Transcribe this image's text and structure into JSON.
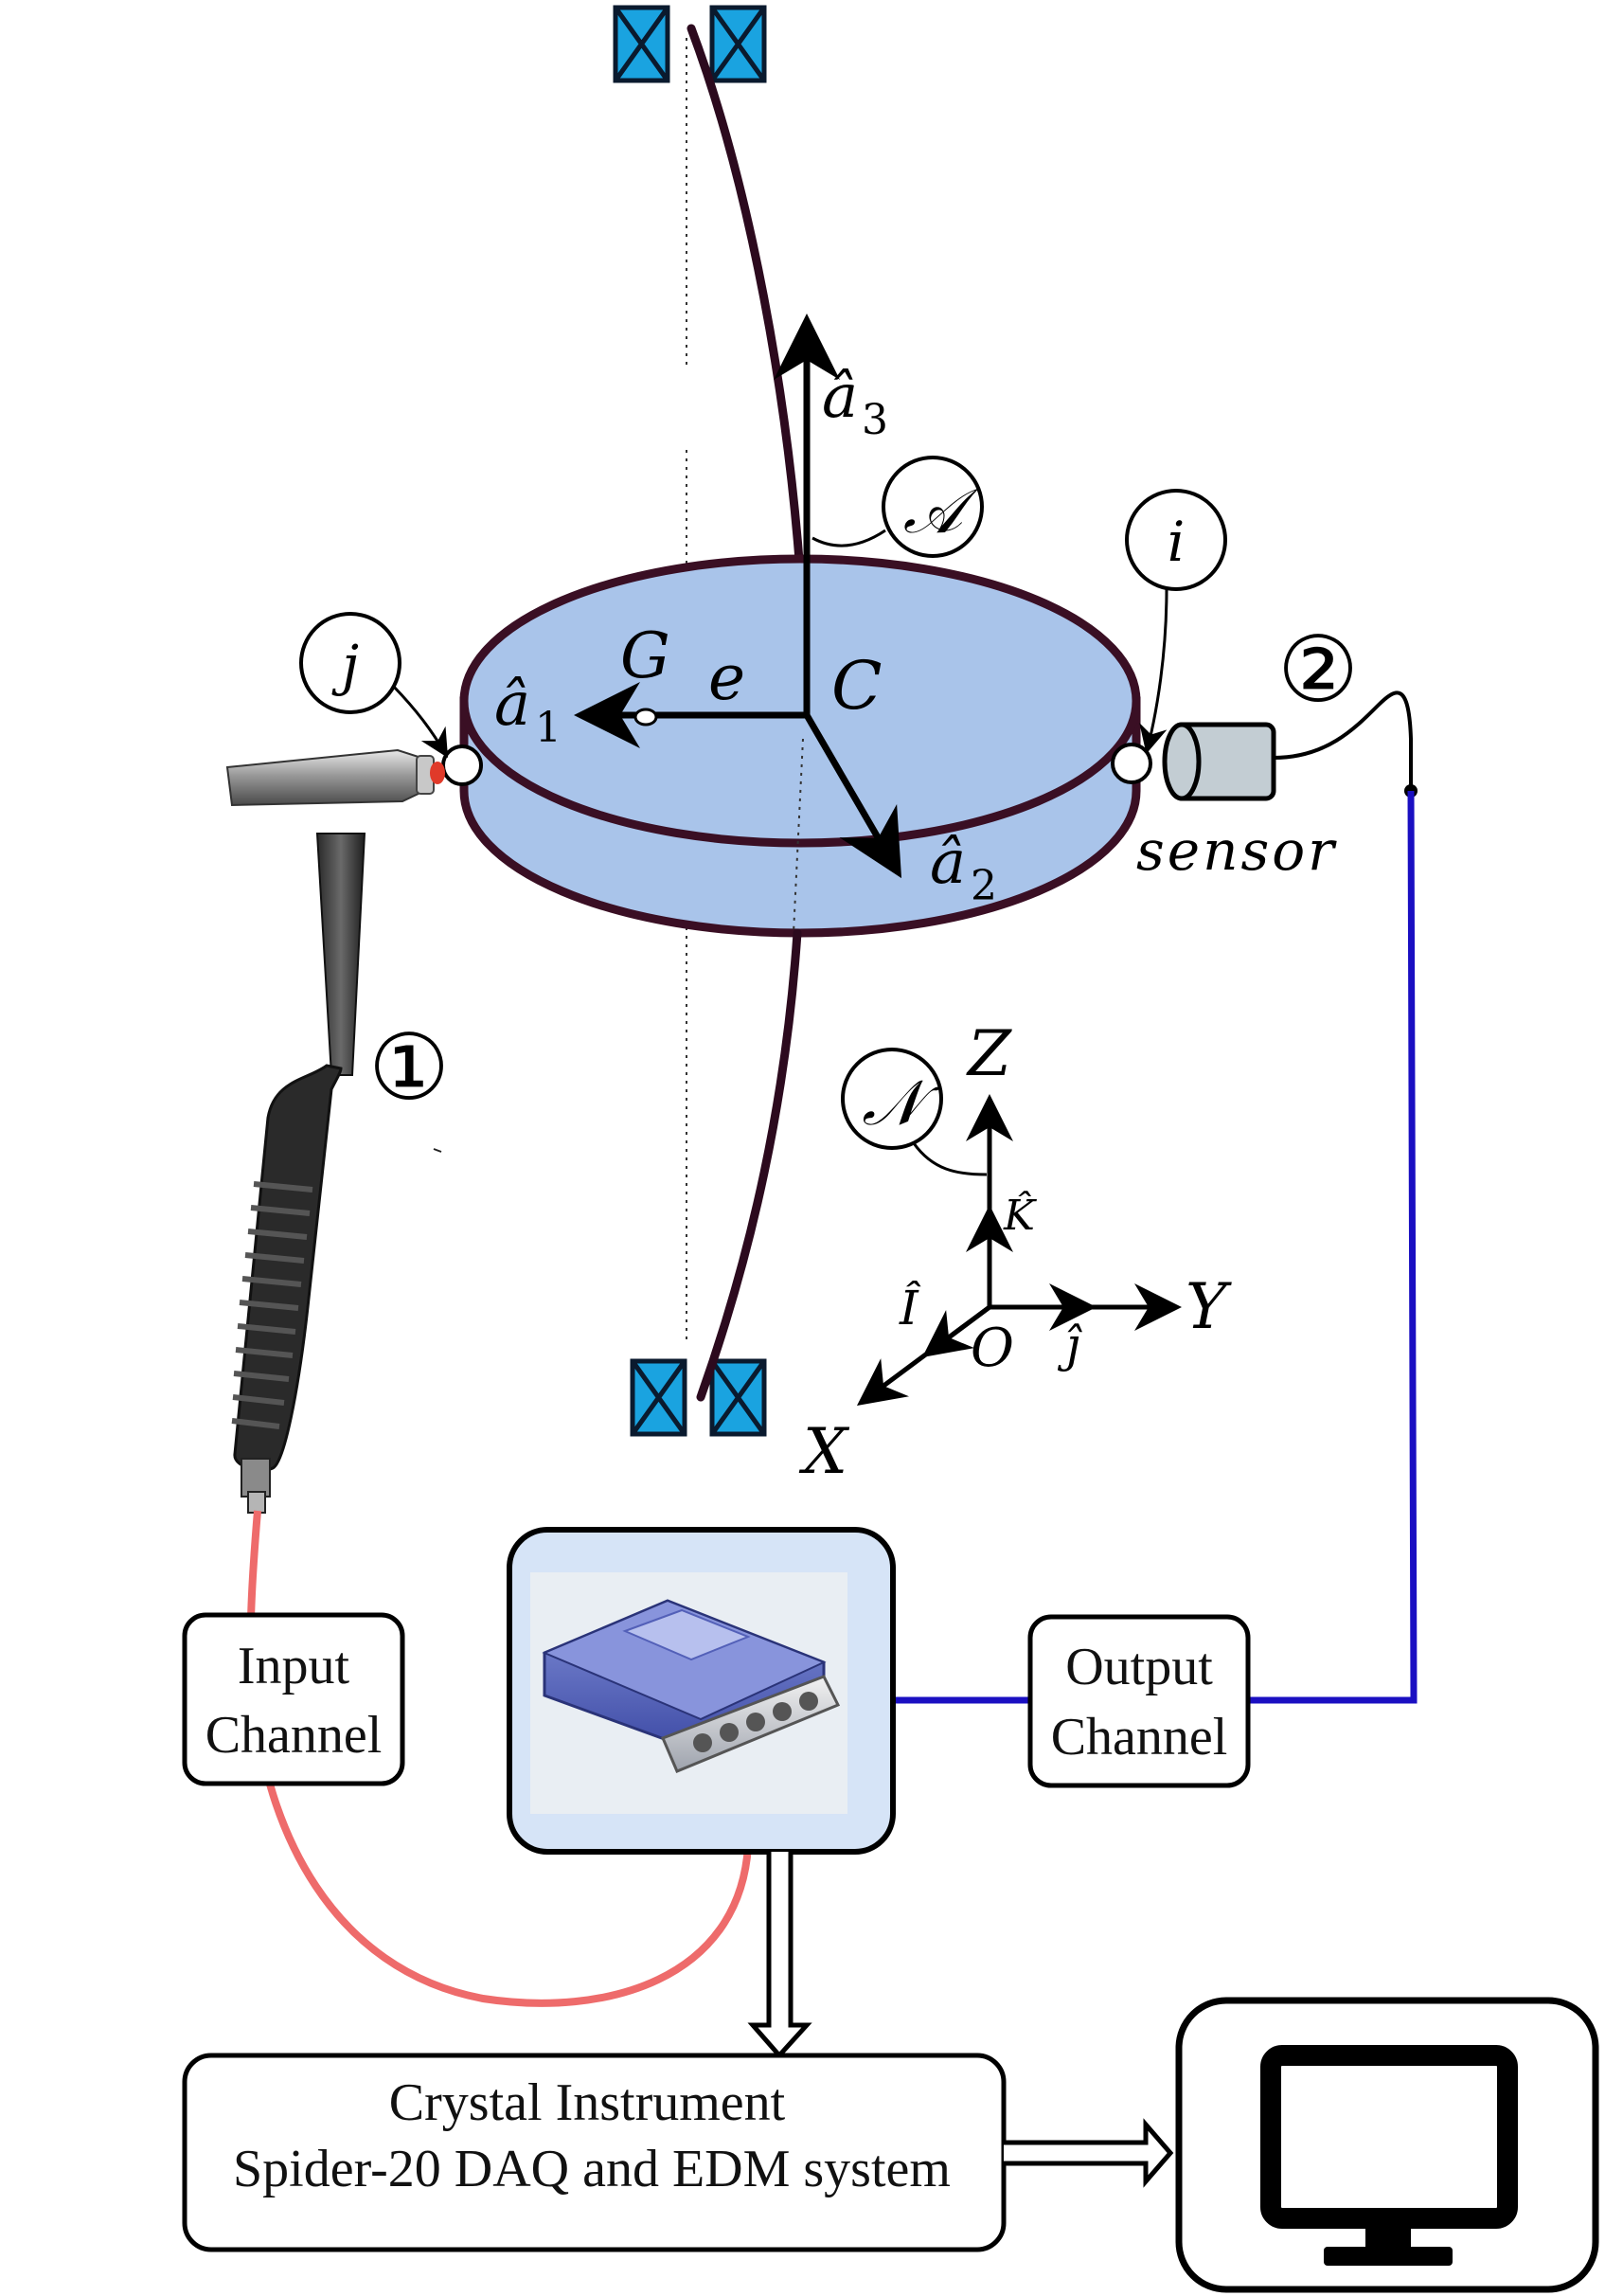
{
  "colors": {
    "disk_fill": "#a9c4ea",
    "disk_stroke": "#3a0f24",
    "shaft": "#2c0a1e",
    "bearing_fill": "#1aa3e0",
    "output_wire": "#1a0fc2",
    "input_wire": "#ee6b6b",
    "daq_panel": "#d6e4f7",
    "sensor_fill": "#c3cdd3"
  },
  "labels": {
    "a1": "â",
    "a1_sub": "1",
    "a2": "â",
    "a2_sub": "2",
    "a3": "â",
    "a3_sub": "3",
    "frame_A": "𝒜",
    "frame_N": "𝒩",
    "point_i": "i",
    "point_j": "j",
    "G": "G",
    "e": "e",
    "C": "C",
    "sensor": "sensor",
    "marker_1": "①",
    "marker_2": "②",
    "Z": "Z",
    "K": "K̂",
    "I": "Î",
    "O": "O",
    "J": "ĵ",
    "Y": "Y",
    "X": "X"
  },
  "boxes": {
    "input_line1": "Input",
    "input_line2": "Channel",
    "output_line1": "Output",
    "output_line2": "Channel",
    "system_line1": "Crystal Instrument",
    "system_line2": "Spider-20 DAQ and EDM system"
  },
  "icons": {
    "hammer": "impact-hammer-icon",
    "sensor": "accelerometer-sensor-icon",
    "daq": "daq-device-icon",
    "monitor": "computer-monitor-icon"
  }
}
